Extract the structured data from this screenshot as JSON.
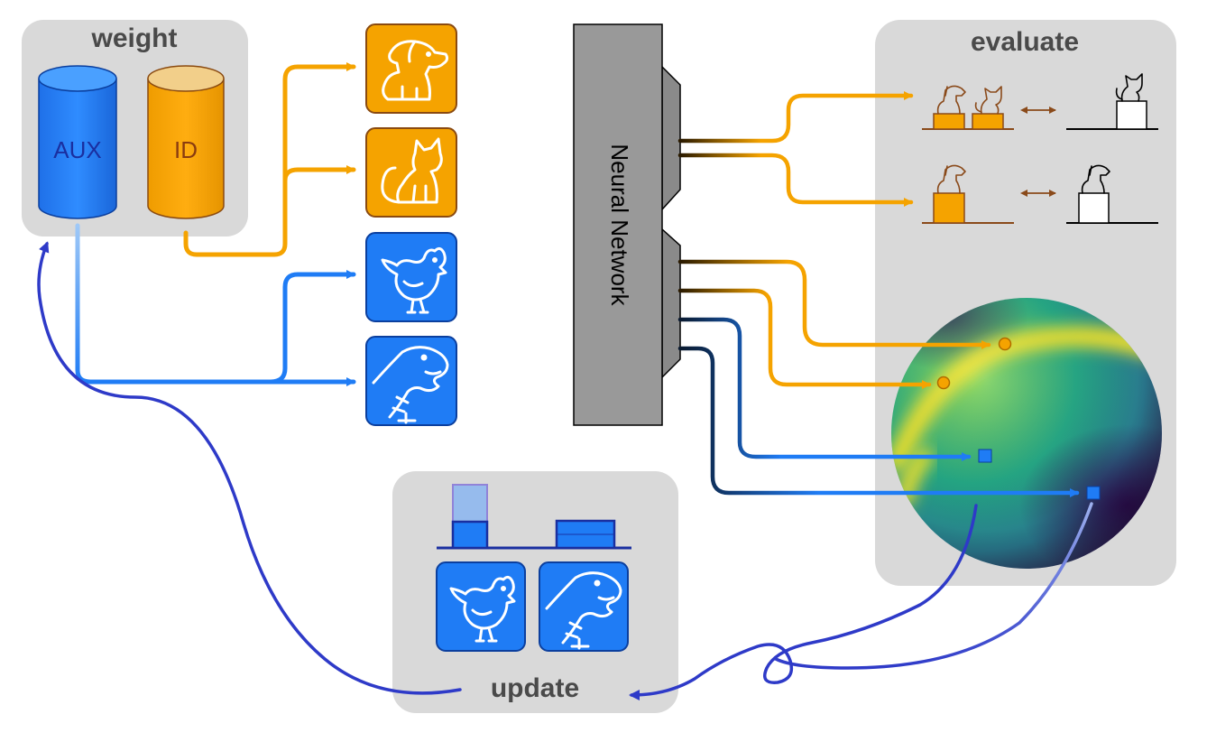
{
  "panels": {
    "weight": {
      "title": "weight"
    },
    "evaluate": {
      "title": "evaluate"
    },
    "update": {
      "title": "update"
    }
  },
  "databases": {
    "aux": {
      "label": "AUX",
      "color": "#1f7cf5"
    },
    "id": {
      "label": "ID",
      "color": "#f5a300"
    }
  },
  "network": {
    "label": "Neural Network"
  },
  "tiles": [
    {
      "icon": "dog-icon",
      "source": "ID"
    },
    {
      "icon": "cat-icon",
      "source": "ID"
    },
    {
      "icon": "chicken-icon",
      "source": "AUX"
    },
    {
      "icon": "dinosaur-icon",
      "source": "AUX"
    }
  ],
  "colors": {
    "orange": "#f5a300",
    "blue": "#1f7cf5",
    "loop": "#2e3ac8",
    "panel_bg": "#d9d9d9",
    "network_gray": "#999999"
  }
}
